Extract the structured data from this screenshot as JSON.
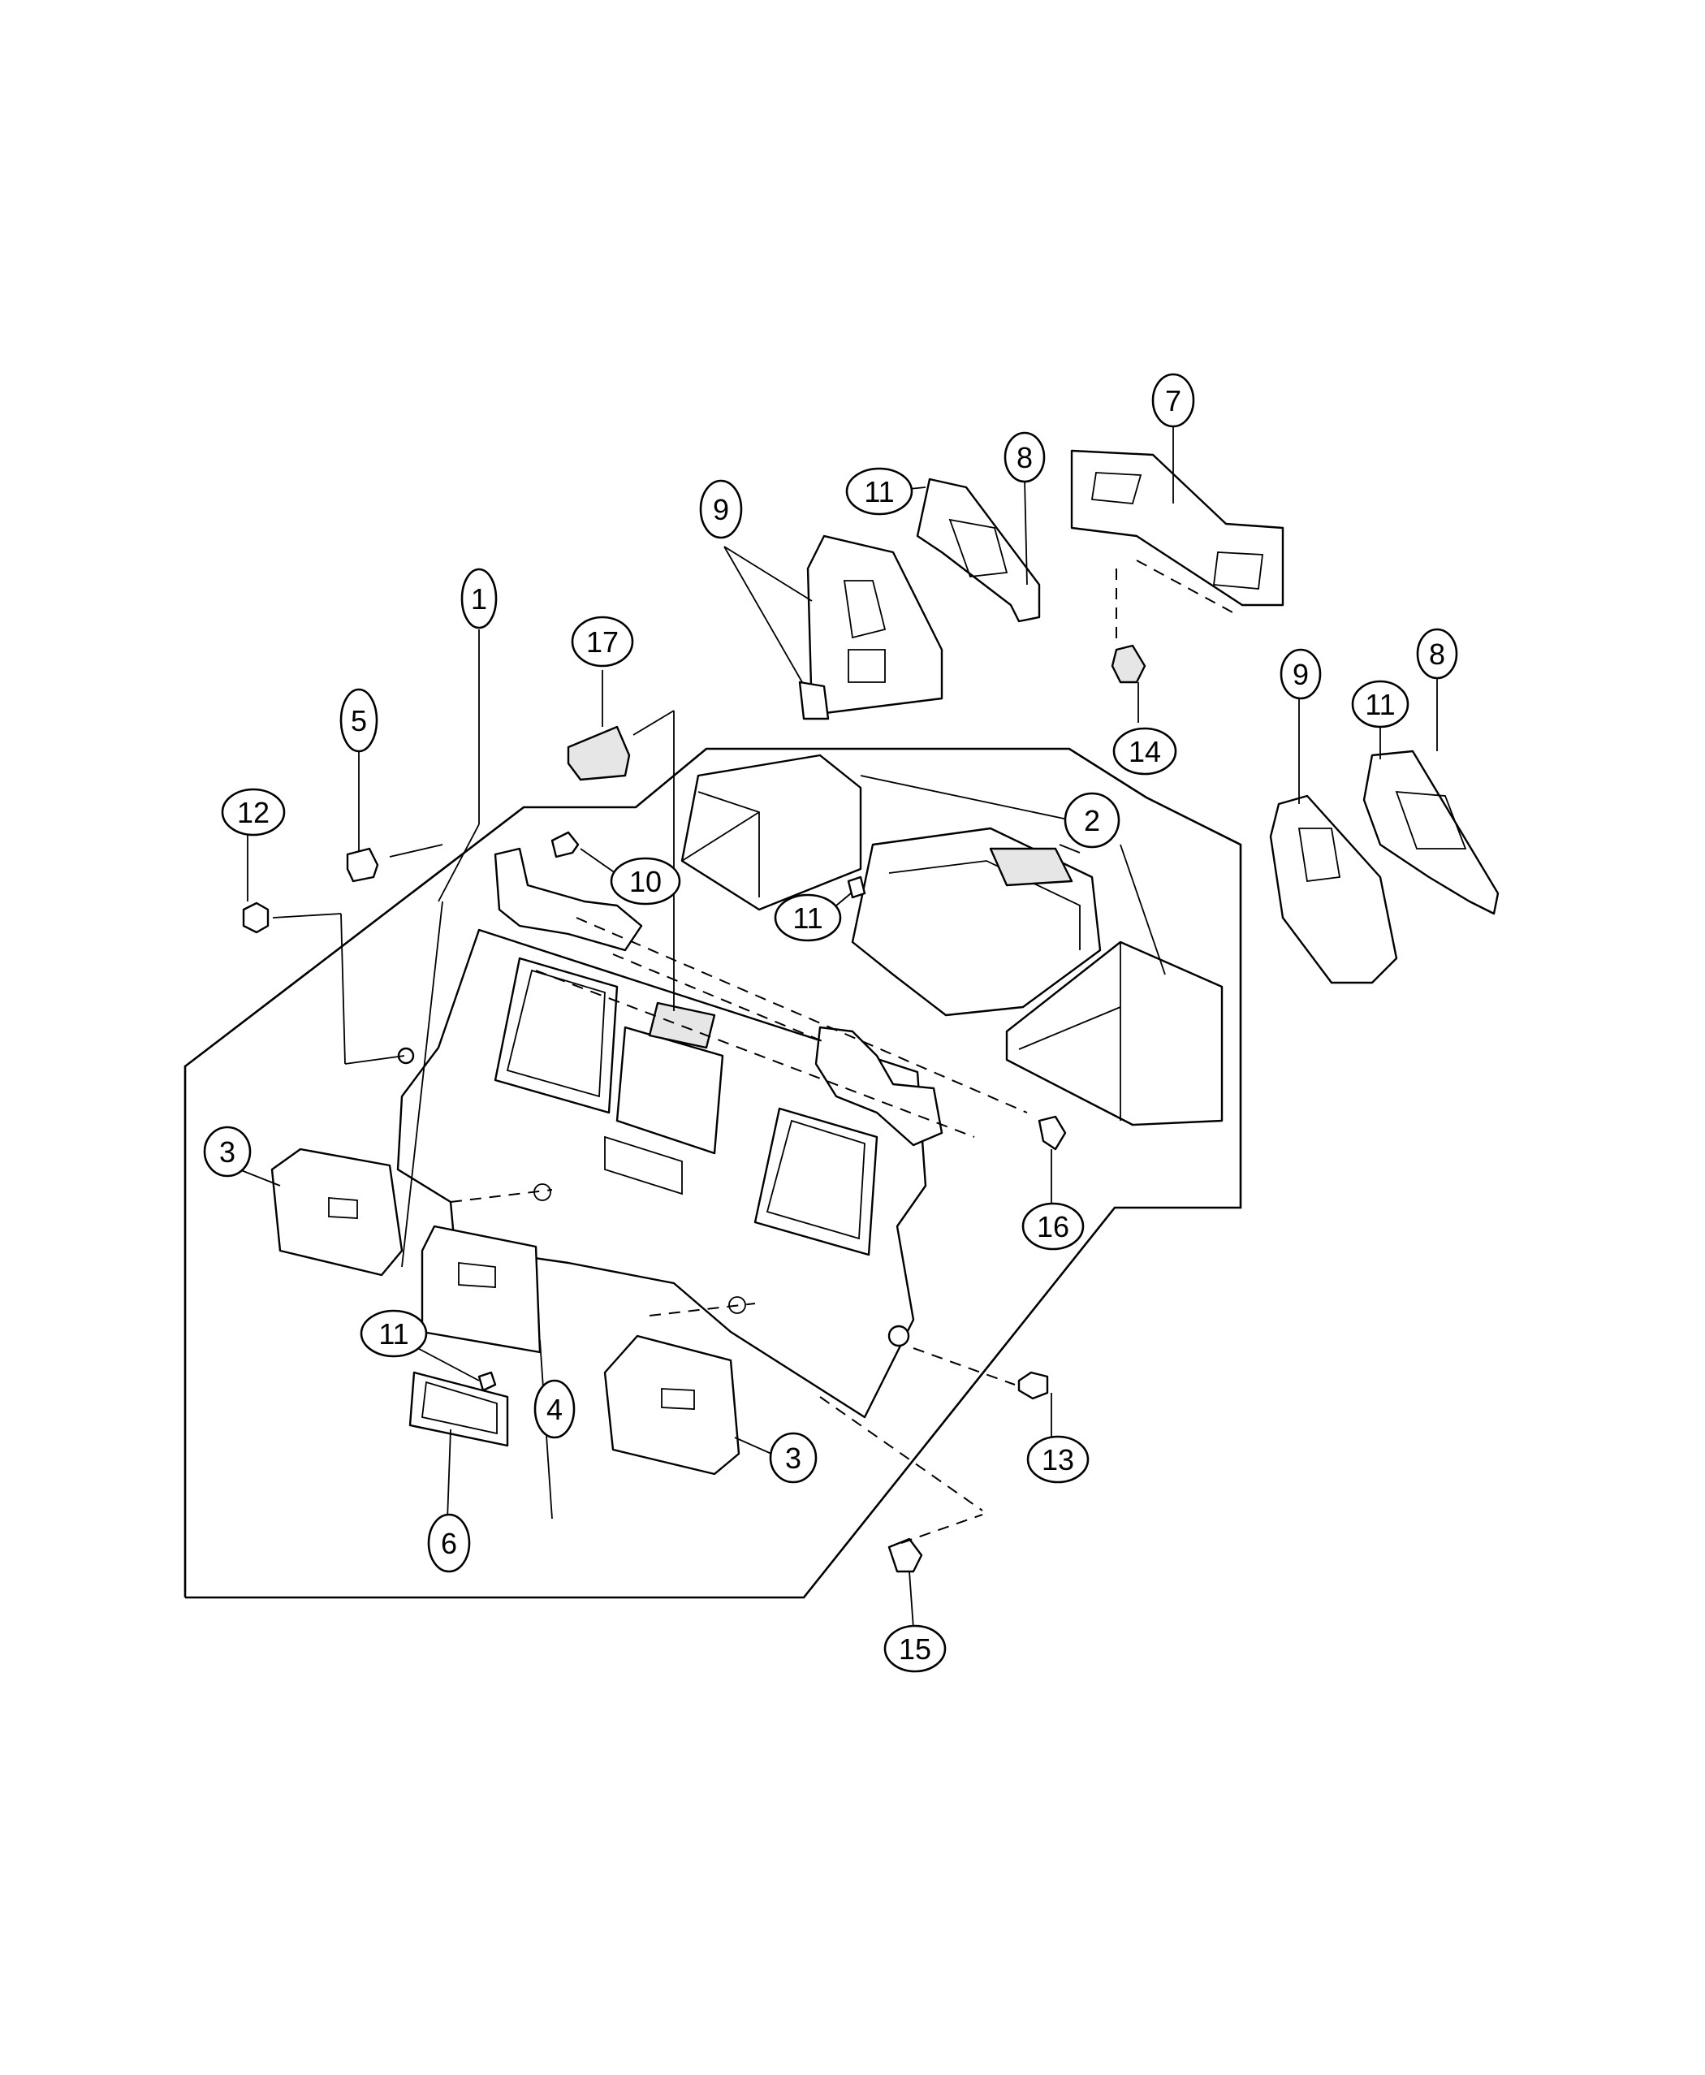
{
  "diagram": {
    "callouts": [
      {
        "id": "c1",
        "label": "1"
      },
      {
        "id": "c2",
        "label": "2"
      },
      {
        "id": "c3a",
        "label": "3"
      },
      {
        "id": "c3b",
        "label": "3"
      },
      {
        "id": "c4",
        "label": "4"
      },
      {
        "id": "c5",
        "label": "5"
      },
      {
        "id": "c6",
        "label": "6"
      },
      {
        "id": "c7",
        "label": "7"
      },
      {
        "id": "c8a",
        "label": "8"
      },
      {
        "id": "c8b",
        "label": "8"
      },
      {
        "id": "c9a",
        "label": "9"
      },
      {
        "id": "c9b",
        "label": "9"
      },
      {
        "id": "c10",
        "label": "10"
      },
      {
        "id": "c11a",
        "label": "11"
      },
      {
        "id": "c11b",
        "label": "11"
      },
      {
        "id": "c11c",
        "label": "11"
      },
      {
        "id": "c11d",
        "label": "11"
      },
      {
        "id": "c12",
        "label": "12"
      },
      {
        "id": "c13",
        "label": "13"
      },
      {
        "id": "c14",
        "label": "14"
      },
      {
        "id": "c15",
        "label": "15"
      },
      {
        "id": "c16",
        "label": "16"
      },
      {
        "id": "c17",
        "label": "17"
      }
    ]
  }
}
